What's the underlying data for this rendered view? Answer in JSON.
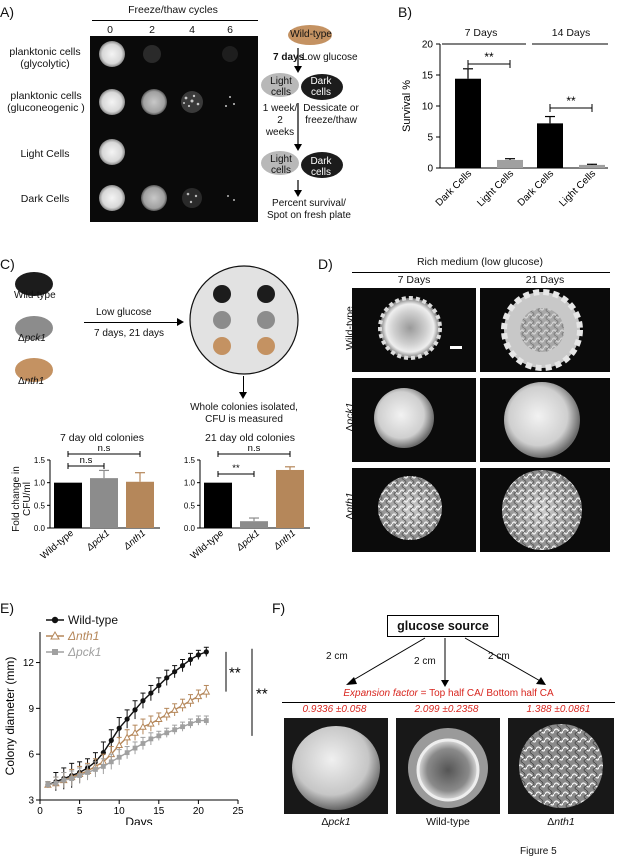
{
  "panelA": {
    "letter": "A)",
    "header": "Freeze/thaw cycles",
    "cycles": [
      "0",
      "2",
      "4",
      "6"
    ],
    "rows": [
      {
        "line1": "planktonic cells",
        "line2": "(glycolytic)"
      },
      {
        "line1": "planktonic cells",
        "line2": "(gluconeogenic )"
      },
      {
        "line1": "Light Cells",
        "line2": ""
      },
      {
        "line1": "Dark Cells",
        "line2": ""
      }
    ],
    "flow": {
      "wild_type": "Wild-type",
      "days7": "7 days",
      "low_glucose": "Low glucose",
      "light_cells": "Light cells",
      "dark_cells": "Dark cells",
      "week": "1 week/ 2 weeks",
      "dessicate": "Dessicate or freeze/thaw",
      "percent": "Percent survival/ Spot on fresh plate"
    }
  },
  "panelB": {
    "letter": "B)",
    "group1": "7 Days",
    "group2": "14 Days",
    "sig1": "**",
    "sig2": "**",
    "chart_data": {
      "type": "bar",
      "categories": [
        "Dark Cells",
        "Light Cells",
        "Dark Cells",
        "Light Cells"
      ],
      "values": [
        14.4,
        1.3,
        7.2,
        0.5
      ],
      "errors": [
        1.6,
        0.2,
        1.1,
        0.1
      ],
      "colors": [
        "#000000",
        "#a0a0a0",
        "#000000",
        "#a0a0a0"
      ],
      "ylabel": "Survival %",
      "ylim": [
        0,
        20
      ],
      "yticks": [
        "0",
        "5",
        "10",
        "15",
        "20"
      ]
    }
  },
  "panelC": {
    "letter": "C)",
    "legend": [
      {
        "label": "Wild-type",
        "prefix": "",
        "color": "#1c1c1c"
      },
      {
        "label": "pck1",
        "prefix": "Δ",
        "color": "#8c8c8c"
      },
      {
        "label": "nth1",
        "prefix": "Δ",
        "color": "#c49262"
      }
    ],
    "low_glucose": "Low glucose",
    "days": "7 days, 21 days",
    "isolated": "Whole colonies isolated, CFU is measured",
    "ylabel": "Fold change in CFU/ml",
    "chart_data": [
      {
        "type": "bar",
        "title": "7 day old colonies",
        "categories": [
          "Wild-type",
          "Δpck1",
          "Δnth1"
        ],
        "values": [
          1.0,
          1.1,
          1.02
        ],
        "errors": [
          0,
          0.17,
          0.2
        ],
        "colors": [
          "#000000",
          "#8c8c8c",
          "#b5875a"
        ],
        "ylim": [
          0,
          1.5
        ],
        "yticks": [
          "0.0",
          "0.5",
          "1.0",
          "1.5"
        ],
        "sig": [
          "n.s",
          "n.s"
        ]
      },
      {
        "type": "bar",
        "title": "21 day old colonies",
        "categories": [
          "Wild-type",
          "Δpck1",
          "Δnth1"
        ],
        "values": [
          1.0,
          0.15,
          1.28
        ],
        "errors": [
          0,
          0.07,
          0.07
        ],
        "colors": [
          "#000000",
          "#8c8c8c",
          "#b5875a"
        ],
        "ylim": [
          0,
          1.5
        ],
        "yticks": [
          "0.0",
          "0.5",
          "1.0",
          "1.5"
        ],
        "sig": [
          "**",
          "n.s"
        ]
      }
    ]
  },
  "panelD": {
    "letter": "D)",
    "header": "Rich medium (low glucose)",
    "col1": "7 Days",
    "col2": "21 Days",
    "rows": [
      {
        "prefix": "",
        "label": "Wild-type"
      },
      {
        "prefix": "Δ",
        "label": "pck1"
      },
      {
        "prefix": "Δ",
        "label": "nth1"
      }
    ]
  },
  "panelE": {
    "letter": "E)",
    "sig1": "**",
    "sig2": "**",
    "chart_data": {
      "type": "line",
      "xlabel": "Days",
      "ylabel": "Colony diameter (mm)",
      "xlim": [
        0,
        25
      ],
      "ylim": [
        3,
        14
      ],
      "xticks": [
        "0",
        "5",
        "10",
        "15",
        "20",
        "25"
      ],
      "yticks": [
        "3",
        "6",
        "9",
        "12"
      ],
      "series": [
        {
          "name": "Wild-type",
          "color": "#111111",
          "marker": "circle",
          "x": [
            1,
            2,
            3,
            4,
            5,
            6,
            7,
            8,
            9,
            10,
            11,
            12,
            13,
            14,
            15,
            16,
            17,
            18,
            19,
            20,
            21
          ],
          "y": [
            4.0,
            4.2,
            4.4,
            4.6,
            4.8,
            5.1,
            5.5,
            6.1,
            6.9,
            7.7,
            8.3,
            8.9,
            9.5,
            10.0,
            10.5,
            11.0,
            11.4,
            11.8,
            12.2,
            12.5,
            12.7
          ],
          "err": [
            0.2,
            0.6,
            0.7,
            0.8,
            0.7,
            0.6,
            0.6,
            0.7,
            0.7,
            0.7,
            0.6,
            0.6,
            0.5,
            0.5,
            0.5,
            0.5,
            0.4,
            0.4,
            0.4,
            0.3,
            0.3
          ]
        },
        {
          "name": "Δnth1",
          "color": "#b5875a",
          "marker": "triangle",
          "x": [
            1,
            2,
            3,
            4,
            5,
            6,
            7,
            8,
            9,
            10,
            11,
            12,
            13,
            14,
            15,
            16,
            17,
            18,
            19,
            20,
            21
          ],
          "y": [
            4.0,
            4.1,
            4.3,
            4.5,
            4.7,
            4.9,
            5.2,
            5.5,
            6.0,
            6.6,
            7.1,
            7.4,
            7.8,
            8.0,
            8.3,
            8.6,
            8.9,
            9.2,
            9.5,
            9.8,
            10.1
          ],
          "err": [
            0.2,
            0.4,
            0.5,
            0.5,
            0.5,
            0.5,
            0.5,
            0.5,
            0.5,
            0.5,
            0.5,
            0.5,
            0.5,
            0.5,
            0.4,
            0.4,
            0.4,
            0.4,
            0.4,
            0.4,
            0.4
          ]
        },
        {
          "name": "Δpck1",
          "color": "#a0a0a0",
          "marker": "square",
          "x": [
            1,
            2,
            3,
            4,
            5,
            6,
            7,
            8,
            9,
            10,
            11,
            12,
            13,
            14,
            15,
            16,
            17,
            18,
            19,
            20,
            21
          ],
          "y": [
            4.0,
            4.1,
            4.3,
            4.4,
            4.6,
            4.8,
            5.0,
            5.2,
            5.5,
            5.8,
            6.1,
            6.4,
            6.7,
            7.0,
            7.2,
            7.4,
            7.6,
            7.8,
            8.0,
            8.2,
            8.2
          ],
          "err": [
            0.2,
            0.4,
            0.5,
            0.5,
            0.5,
            0.5,
            0.5,
            0.5,
            0.5,
            0.5,
            0.4,
            0.4,
            0.4,
            0.4,
            0.3,
            0.3,
            0.3,
            0.3,
            0.3,
            0.3,
            0.3
          ]
        }
      ]
    }
  },
  "panelF": {
    "letter": "F)",
    "source": "glucose source",
    "dist": "2 cm",
    "expansion_italic": "Expansion factor",
    "expansion_rest": " = Top half CA/ Bottom half CA",
    "values": [
      "0.9336 ±0.058",
      "2.099 ±0.2358",
      "1.388 ±0.0861"
    ],
    "labels": [
      {
        "prefix": "Δ",
        "label": "pck1"
      },
      {
        "prefix": "",
        "label": "Wild-type"
      },
      {
        "prefix": "Δ",
        "label": "nth1"
      }
    ]
  },
  "figure_label": "Figure 5"
}
